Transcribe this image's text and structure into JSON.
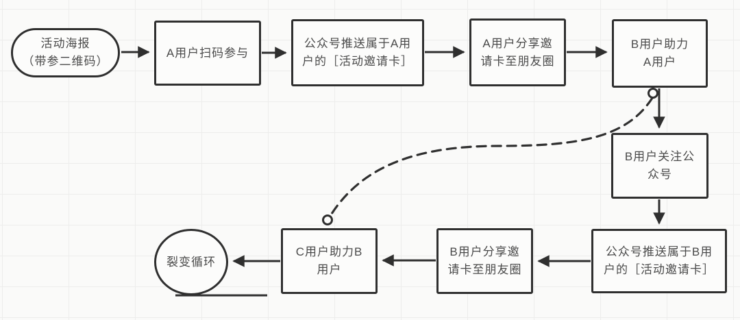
{
  "diagram": {
    "type": "flowchart",
    "colors": {
      "line": "#2f2f2f",
      "text": "#4a4a4a",
      "node_fill": "#fcfcfb",
      "background": "#fafaf9",
      "grid": "#ededec"
    },
    "nodes": [
      {
        "id": "poster",
        "shape": "stadium",
        "label": "活动海报\n（带参二维码）"
      },
      {
        "id": "a-scan",
        "shape": "rect",
        "label": "A用户扫码参与"
      },
      {
        "id": "push-a",
        "shape": "rect",
        "label": "公众号推送属于A用\n户的［活动邀请卡］"
      },
      {
        "id": "a-share",
        "shape": "rect",
        "label": "A用户分享邀\n请卡至朋友圈"
      },
      {
        "id": "b-help-a",
        "shape": "rect",
        "label": "B用户助力\nA用户"
      },
      {
        "id": "b-follow",
        "shape": "rect",
        "label": "B用户关注公\n众号"
      },
      {
        "id": "push-b",
        "shape": "rect",
        "label": "公众号推送属于B用\n户的［活动邀请卡］"
      },
      {
        "id": "b-share",
        "shape": "rect",
        "label": "B用户分享邀\n请卡至朋友圈"
      },
      {
        "id": "c-help-b",
        "shape": "rect",
        "label": "C用户助力B\n用户"
      },
      {
        "id": "loop",
        "shape": "circle",
        "label": "裂变循环"
      }
    ],
    "edges": [
      {
        "from": "poster",
        "to": "a-scan",
        "style": "solid-arrow"
      },
      {
        "from": "a-scan",
        "to": "push-a",
        "style": "solid-arrow"
      },
      {
        "from": "push-a",
        "to": "a-share",
        "style": "solid-arrow"
      },
      {
        "from": "a-share",
        "to": "b-help-a",
        "style": "solid-arrow"
      },
      {
        "from": "b-help-a",
        "to": "b-follow",
        "style": "solid-arrow"
      },
      {
        "from": "b-follow",
        "to": "push-b",
        "style": "solid-arrow"
      },
      {
        "from": "push-b",
        "to": "b-share",
        "style": "solid-arrow"
      },
      {
        "from": "b-share",
        "to": "c-help-b",
        "style": "solid-arrow"
      },
      {
        "from": "c-help-b",
        "to": "loop",
        "style": "solid-arrow"
      },
      {
        "from": "b-help-a",
        "to": "c-help-b",
        "style": "dashed-link-with-circle-ends"
      }
    ]
  }
}
